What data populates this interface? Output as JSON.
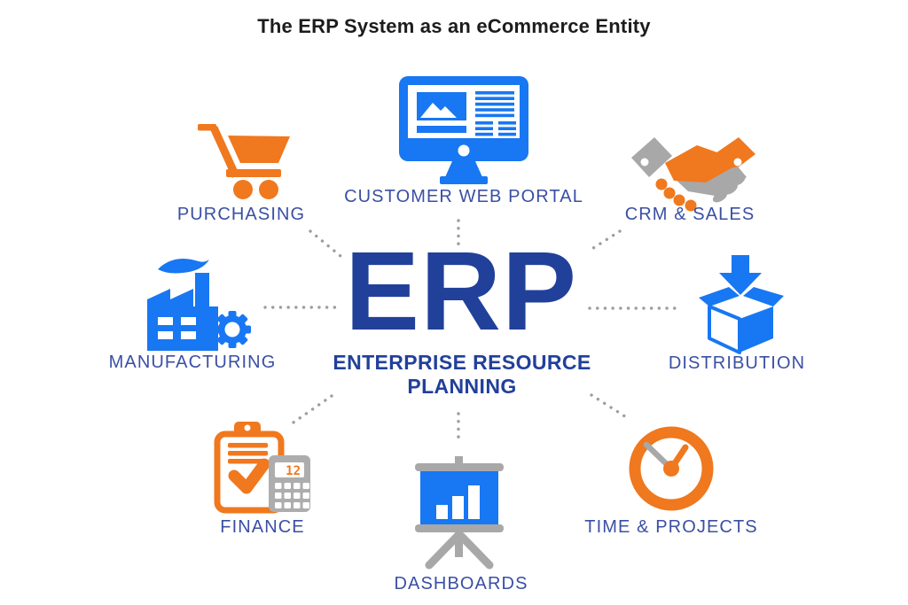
{
  "title": "The ERP System as an eCommerce Entity",
  "center": {
    "acronym": "ERP",
    "subtitle_line1": "ENTERPRISE RESOURCE",
    "subtitle_line2": "PLANNING"
  },
  "nodes": [
    {
      "id": "purchasing",
      "label": "PURCHASING",
      "icon": "shopping-cart-icon"
    },
    {
      "id": "customer-web-portal",
      "label": "CUSTOMER WEB PORTAL",
      "icon": "monitor-icon"
    },
    {
      "id": "crm-sales",
      "label": "CRM & SALES",
      "icon": "handshake-icon"
    },
    {
      "id": "manufacturing",
      "label": "MANUFACTURING",
      "icon": "factory-icon"
    },
    {
      "id": "distribution",
      "label": "DISTRIBUTION",
      "icon": "open-box-arrow-icon"
    },
    {
      "id": "finance",
      "label": "FINANCE",
      "icon": "clipboard-calculator-icon",
      "calculator_display": "12"
    },
    {
      "id": "dashboards",
      "label": "DASHBOARDS",
      "icon": "presentation-chart-icon"
    },
    {
      "id": "time-projects",
      "label": "TIME & PROJECTS",
      "icon": "clock-icon"
    }
  ],
  "colors": {
    "bright_blue": "#1877f2",
    "navy": "#21409a",
    "label_blue": "#3a4fa4",
    "orange": "#f0781e",
    "gray": "#a8a8a8",
    "dot_gray": "#9e9e9e",
    "title_black": "#1c1c1c"
  }
}
